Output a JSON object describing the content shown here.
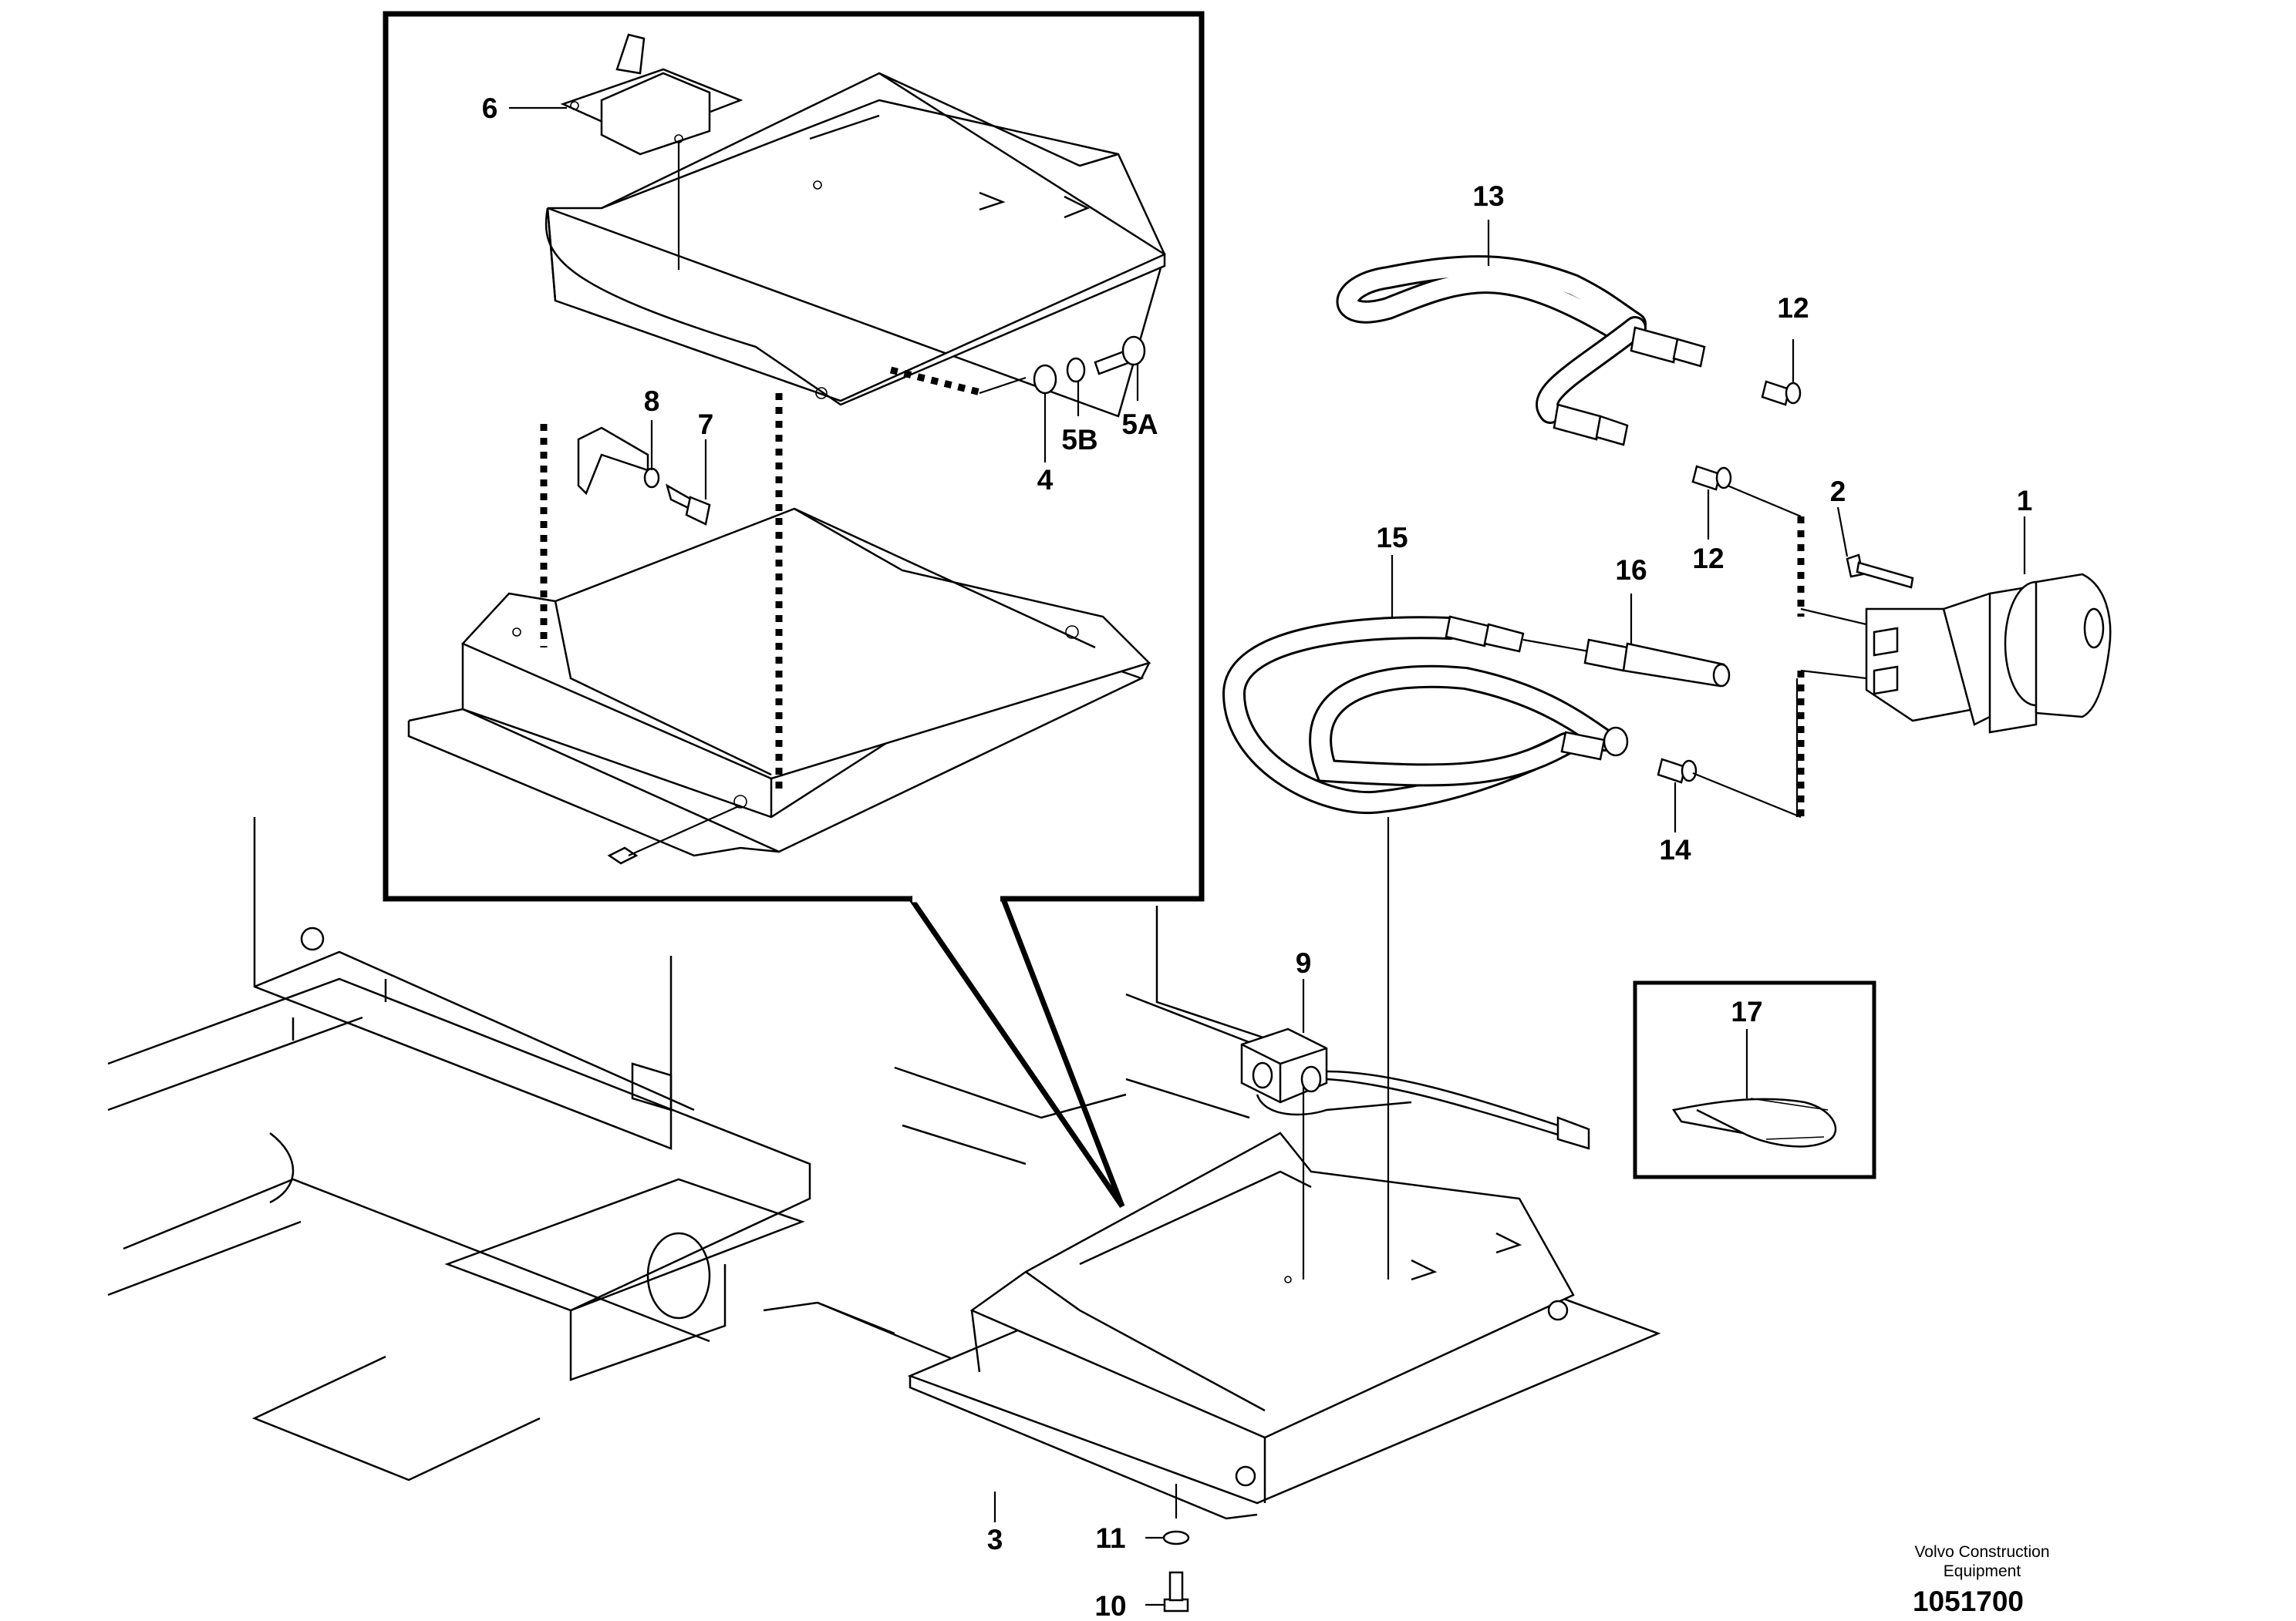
{
  "diagram": {
    "callouts": {
      "c1": "1",
      "c2": "2",
      "c3": "3",
      "c4": "4",
      "c5a": "5A",
      "c5b": "5B",
      "c6": "6",
      "c7": "7",
      "c8": "8",
      "c9": "9",
      "c10": "10",
      "c11": "11",
      "c12a": "12",
      "c12b": "12",
      "c13": "13",
      "c14": "14",
      "c15": "15",
      "c16": "16",
      "c17": "17"
    },
    "footer": {
      "credit_line1": "Volvo Construction",
      "credit_line2": "Equipment",
      "figure_number": "1051700"
    }
  }
}
